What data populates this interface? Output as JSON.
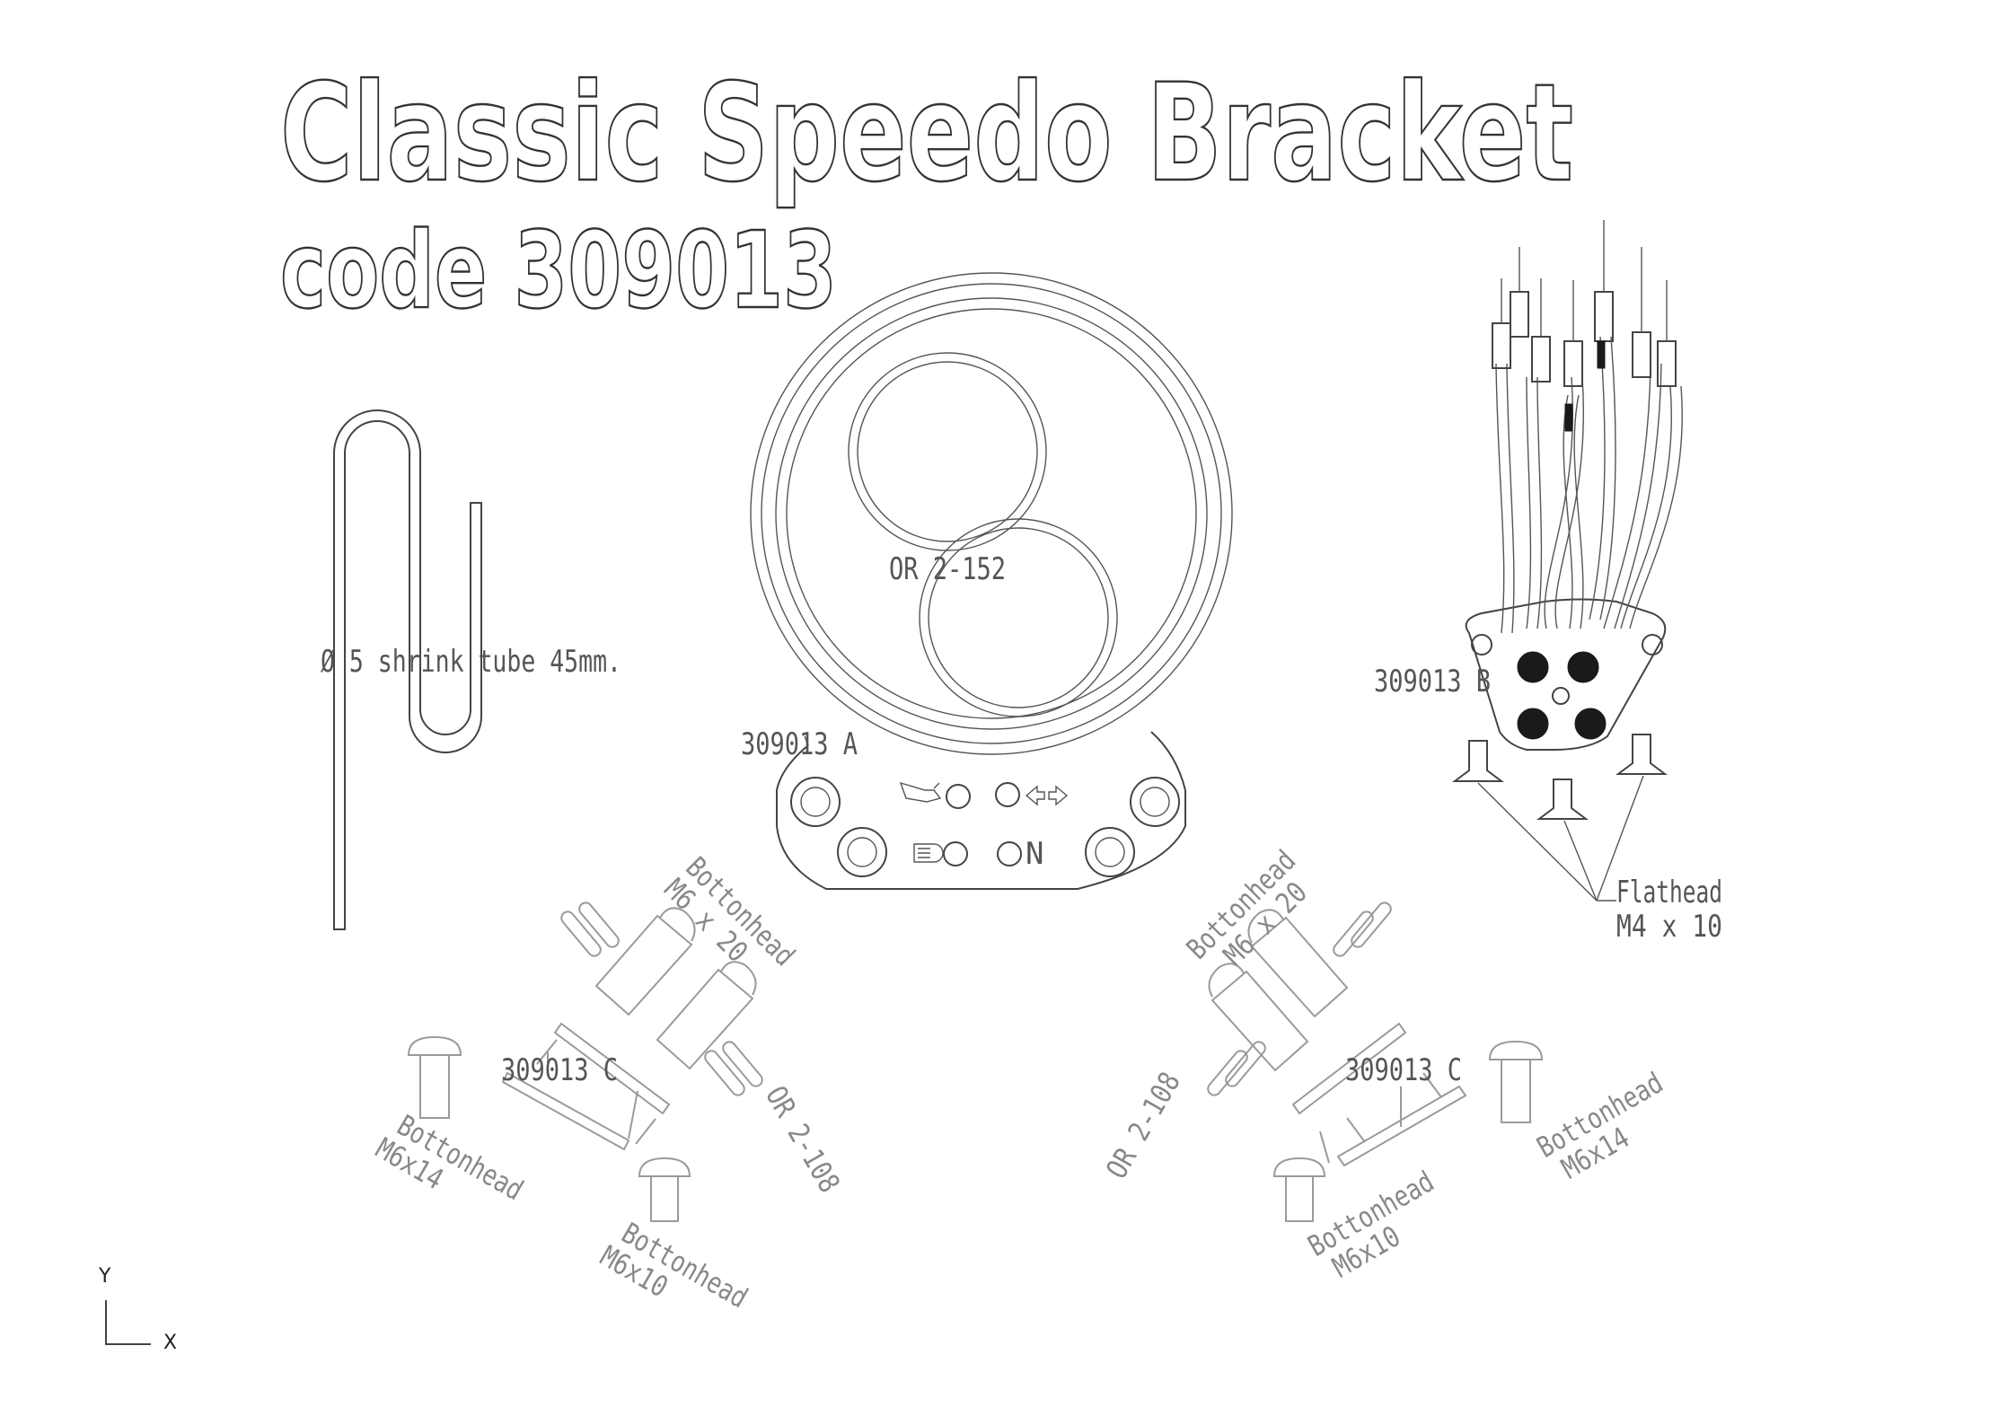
{
  "title": {
    "line1": "Classic Speedo Bracket",
    "line2": "code 309013"
  },
  "labels": {
    "shrink_tube": "Ø 5 shrink tube 45mm.",
    "or_2_152": "OR 2-152",
    "part_a": "309013 A",
    "part_b": "309013 B",
    "part_c_left": "309013 C",
    "part_c_right": "309013 C",
    "flathead_line1": "Flathead",
    "flathead_line2": "M4 x 10",
    "bh_m6x20_left_line1": "Bottonhead",
    "bh_m6x20_left_line2": "M6 x 20",
    "bh_m6x20_right_line1": "Bottonhead",
    "bh_m6x20_right_line2": "M6 x 20",
    "or_2_108_left": "OR 2-108",
    "or_2_108_right": "OR 2-108",
    "bh_m6x14_left_line1": "Bottonhead",
    "bh_m6x14_left_line2": "M6x14",
    "bh_m6x14_right_line1": "Bottonhead",
    "bh_m6x14_right_line2": "M6x14",
    "bh_m6x10_left_line1": "Bottonhead",
    "bh_m6x10_left_line2": "M6x10",
    "bh_m6x10_right_line1": "Bottonhead",
    "bh_m6x10_right_line2": "M6x10",
    "indicator_n": "N"
  },
  "axes": {
    "y": "Y",
    "x": "X"
  }
}
